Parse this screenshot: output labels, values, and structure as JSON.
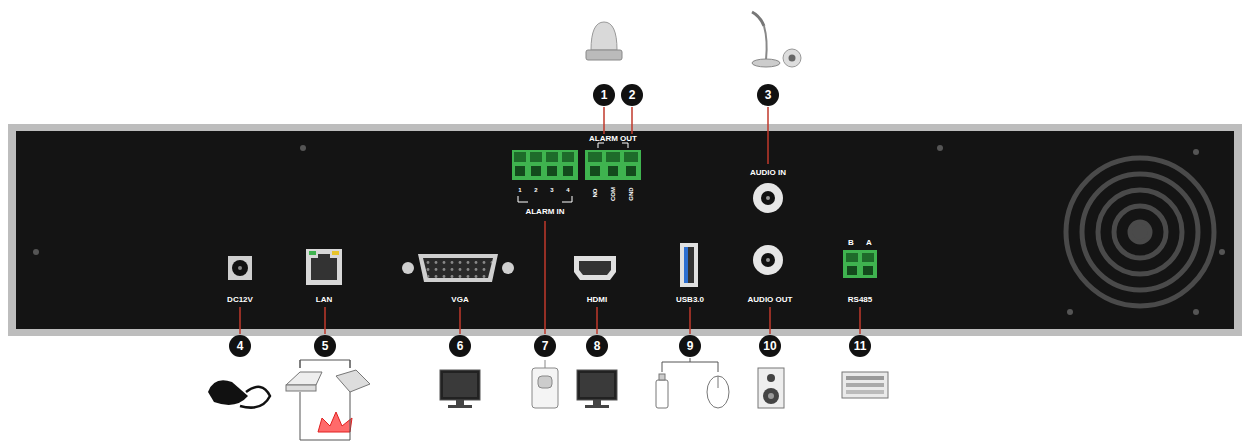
{
  "diagram": {
    "labels": [
      "1",
      "2",
      "ALARM OUT",
      "3",
      "AUDIO IN",
      "1",
      "2",
      "3",
      "4",
      "NO",
      "COM",
      "GND",
      "ALARM IN",
      "DC12V",
      "LAN",
      "VGA",
      "HDMI",
      "USB3.0",
      "AUDIO OUT",
      "B",
      "A",
      "RS485",
      "4",
      "5",
      "6",
      "7",
      "8",
      "9",
      "10",
      "11"
    ]
  }
}
